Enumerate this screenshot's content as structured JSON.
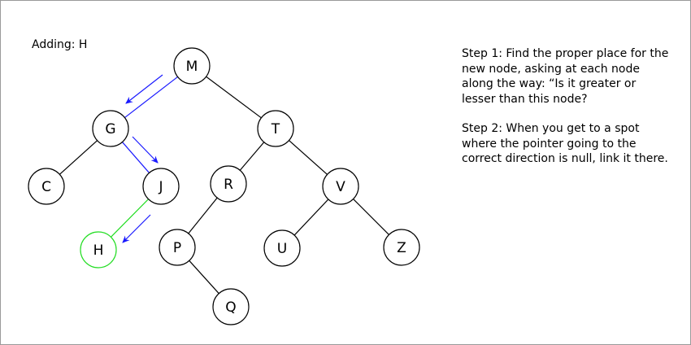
{
  "adding_label": "Adding: H",
  "steps": [
    "Step 1: Find the proper place for the new node, asking at each node along the way: “Is it greater or lesser than this node?",
    "Step 2: When you get to a spot where the pointer going to the correct direction is null, link it there."
  ],
  "colors": {
    "path": "#1a1aff",
    "new": "#22dd22",
    "edge": "#000000"
  },
  "nodes": [
    {
      "id": "M",
      "label": "M"
    },
    {
      "id": "G",
      "label": "G"
    },
    {
      "id": "T",
      "label": "T"
    },
    {
      "id": "C",
      "label": "C"
    },
    {
      "id": "J",
      "label": "J"
    },
    {
      "id": "R",
      "label": "R"
    },
    {
      "id": "V",
      "label": "V"
    },
    {
      "id": "H",
      "label": "H",
      "new": true
    },
    {
      "id": "P",
      "label": "P"
    },
    {
      "id": "U",
      "label": "U"
    },
    {
      "id": "Z",
      "label": "Z"
    },
    {
      "id": "Q",
      "label": "Q"
    }
  ],
  "edges": [
    {
      "from": "M",
      "to": "G",
      "kind": "path"
    },
    {
      "from": "M",
      "to": "T"
    },
    {
      "from": "G",
      "to": "C"
    },
    {
      "from": "G",
      "to": "J",
      "kind": "path"
    },
    {
      "from": "J",
      "to": "H",
      "kind": "new"
    },
    {
      "from": "T",
      "to": "R"
    },
    {
      "from": "T",
      "to": "V"
    },
    {
      "from": "R",
      "to": "P"
    },
    {
      "from": "P",
      "to": "Q"
    },
    {
      "from": "V",
      "to": "U"
    },
    {
      "from": "V",
      "to": "Z"
    }
  ]
}
